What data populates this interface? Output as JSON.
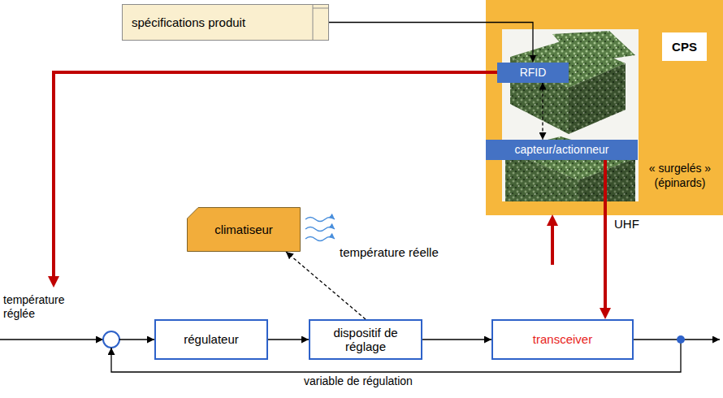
{
  "diagram": {
    "nodes": [
      {
        "text": [
          "spécifications produit"
        ]
      },
      {
        "text": [
          "CPS",
          "« surgelés » (épinards)"
        ]
      },
      {
        "text": [
          "RFID"
        ],
        "in": 1
      },
      {
        "text": [
          "capteur/actionneur"
        ],
        "in": 1
      },
      {
        "text": [
          "climatiseur"
        ]
      },
      {
        "text": [
          "régulateur"
        ]
      },
      {
        "text": [
          "dispositif de réglage"
        ]
      },
      {
        "text": [
          "transceiver"
        ]
      }
    ],
    "edges": [
      {
        "from": 0,
        "to": 2,
        "arrow": "to"
      },
      {
        "from": 2,
        "to": 3,
        "arrow": "both"
      },
      {
        "from": 5,
        "to": 6,
        "arrow": "to"
      },
      {
        "from": 6,
        "to": 7,
        "arrow": "to"
      },
      {
        "from": 6,
        "to": 4,
        "arrow": "to"
      },
      {
        "from": 3,
        "to": 7,
        "arrow": "to",
        "label": "UHF"
      }
    ],
    "labels": [
      "température réglée",
      "température réelle",
      "variable de régulation"
    ]
  }
}
